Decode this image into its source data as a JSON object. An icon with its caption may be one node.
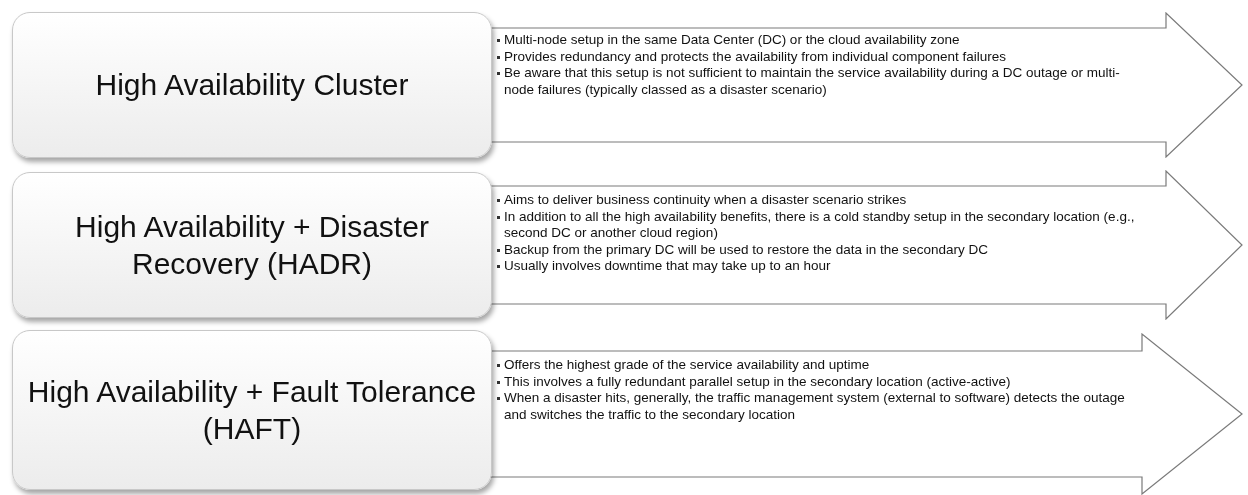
{
  "diagram": {
    "nodes": [
      {
        "text": [
          "High Availability Cluster"
        ]
      },
      {
        "text": [
          "Multi-node setup in the same Data Center (DC) or the cloud availability zone",
          "Provides redundancy and protects the availability from individual component failures",
          "Be aware that this setup is not sufficient to maintain the service availability during a DC outage or multi-node failures (typically classed as a disaster scenario)"
        ]
      },
      {
        "text": [
          "High Availability + Disaster Recovery (HADR)"
        ]
      },
      {
        "text": [
          "Aims to deliver business continuity when a disaster scenario strikes",
          "In addition to all the high availability benefits, there is a cold standby setup in the secondary location (e.g., second DC or another cloud region)",
          "Backup from the primary DC will be used to restore the data in the secondary DC",
          "Usually involves downtime that may take up to an hour"
        ]
      },
      {
        "text": [
          "High Availability + Fault Tolerance (HAFT)"
        ]
      },
      {
        "text": [
          "Offers the highest grade of the service availability and uptime",
          "This involves a fully redundant parallel setup in the secondary location (active-active)",
          "When a disaster hits, generally, the traffic management system (external to software) detects the outage and switches the traffic to the secondary location"
        ]
      }
    ]
  }
}
